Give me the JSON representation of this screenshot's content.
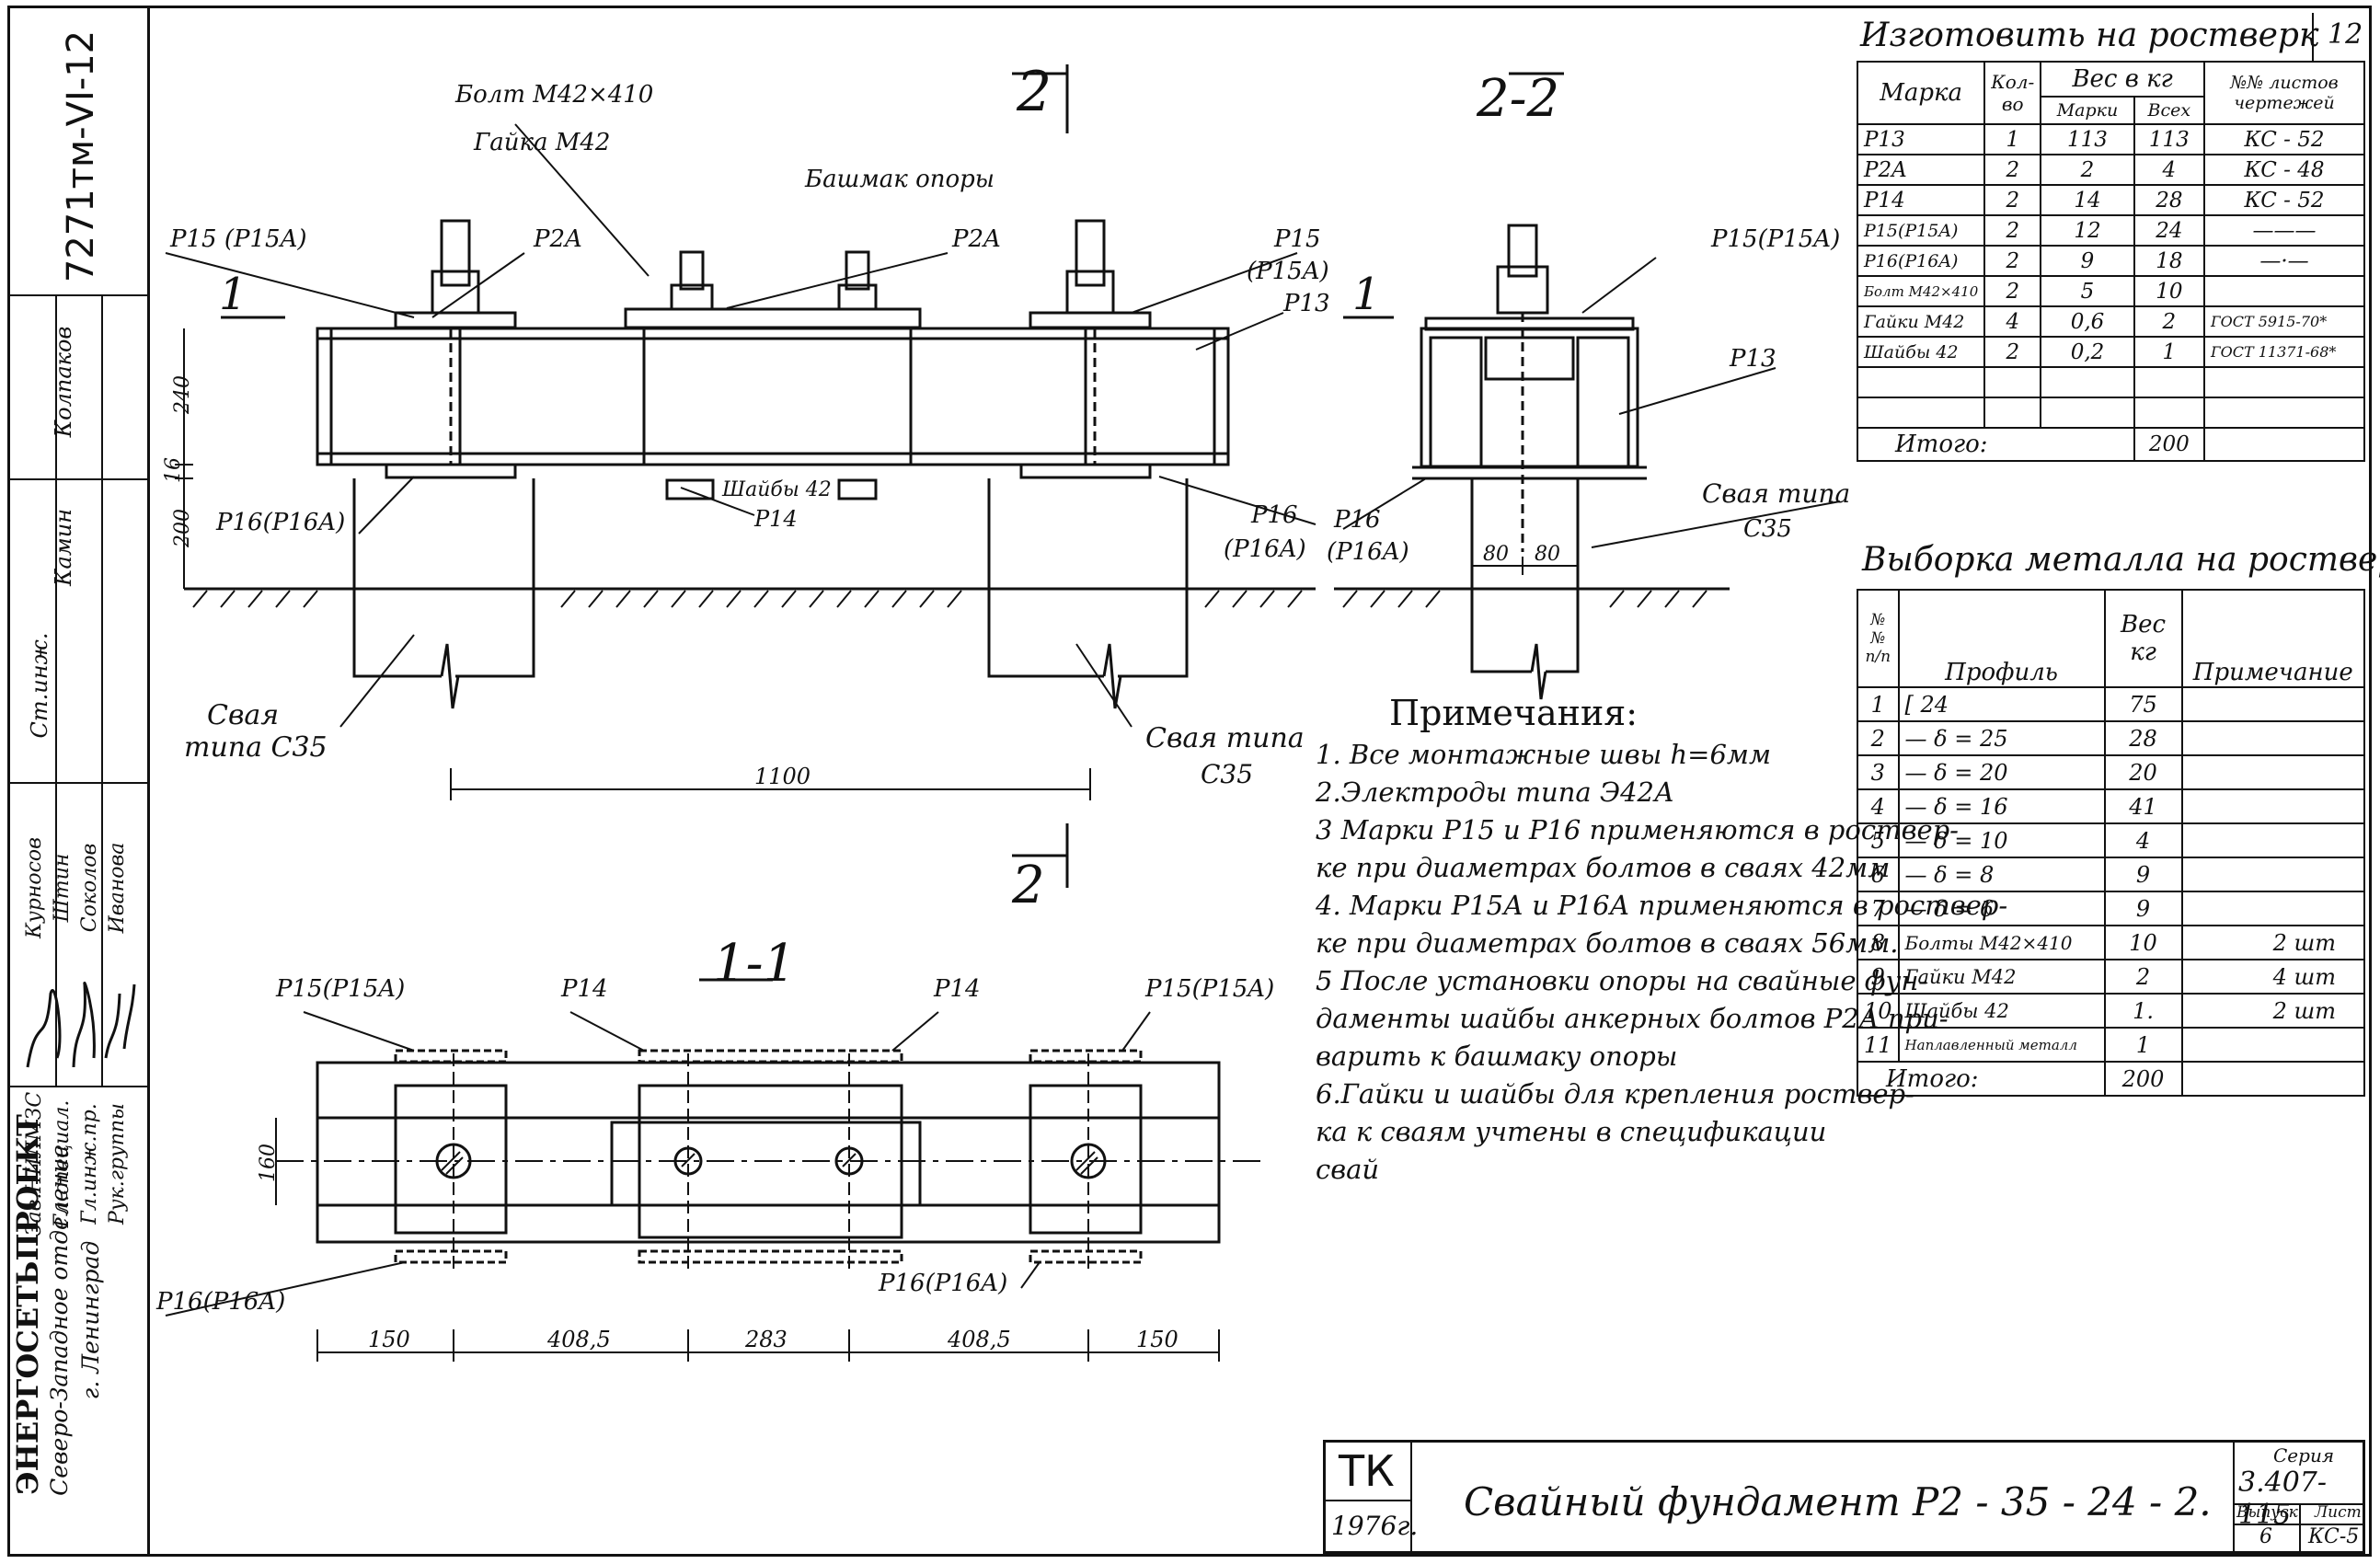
{
  "side_stamp": {
    "drawing_code": "7271тм-VI-12",
    "org_name": "ЭНЕРГОСЕТЬПРОЕКТ",
    "org_division": "Северо-Западное отделение",
    "org_city": "г. Ленинград",
    "roles": [
      "Зав.НИЛМЗС",
      "Гл.специал.",
      "Гл.инж.пр.",
      "Рук.группы",
      "Ст.инж."
    ],
    "names": [
      "Курносов",
      "Штин",
      "Соколов",
      "Иванова",
      "Камин",
      "Колпаков"
    ]
  },
  "views": {
    "section_2": "2",
    "section_2_2": "2-2",
    "section_1_1": "1-1",
    "section_1_mark": "1",
    "section_2_lower": "2"
  },
  "labels_main": {
    "bolt": "Болт М42×410",
    "nut": "Гайка М42",
    "shoe": "Башмак опоры",
    "p15_left": "P15 (P15A)",
    "p2a_left": "P2A",
    "p2a_right": "P2A",
    "p15_right": "P15",
    "p15a_right": "(P15A)",
    "p13": "P13",
    "p16_left": "P16(P16A)",
    "washer": "Шайбы 42",
    "p14": "P14",
    "p16_right": "P16",
    "p16a_right": "(P16A)",
    "pile_left": "Свая",
    "pile_left_type": "типа С35",
    "pile_right": "Свая типа",
    "pile_right_type": "С35",
    "dim_1100": "1100",
    "dim_240": "240",
    "dim_16": "16",
    "dim_200": "200"
  },
  "labels_22": {
    "p15": "P15(P15A)",
    "p13": "P13",
    "pile": "Свая типа",
    "pile_type": "С35",
    "p16": "P16",
    "p16a": "(P16A)",
    "dim_a": "80",
    "dim_b": "80"
  },
  "labels_11": {
    "p15_left": "P15(P15A)",
    "p14_left": "P14",
    "p14_right": "P14",
    "p15_right": "P15(P15A)",
    "p16_left": "P16(P16A)",
    "p16_right": "P16(P16A)",
    "dim_160": "160",
    "dims": [
      "150",
      "408,5",
      "283",
      "408,5",
      "150"
    ]
  },
  "notes": {
    "title": "Примечания:",
    "lines": [
      "1. Все монтажные швы h=6мм",
      "2.Электроды типа Э42А",
      "3 Марки Р15 и Р16 применяются в роствер-",
      "ке при диаметрах болтов в сваях 42мм",
      "4. Марки Р15А и Р16А применяются в роствер-",
      "ке при диаметрах болтов в сваях 56мм.",
      "5 После установки опоры на свайные фун-",
      "даменты шайбы анкерных болтов Р2А при-",
      "варить к башмаку опоры",
      "6.Гайки и шайбы для крепления роствер-",
      "ка к сваям учтены в спецификации",
      "свай"
    ]
  },
  "table1": {
    "title": "Изготовить на ростверк",
    "qty_corner": "12",
    "headers": {
      "mark": "Марка",
      "qty": "Кол-во",
      "weight": "Вес в кг",
      "w_mark": "Марки",
      "w_all": "Всех",
      "sheets": "№№ листов чертежей"
    },
    "rows": [
      [
        "P13",
        "1",
        "113",
        "113",
        "КС - 52"
      ],
      [
        "P2A",
        "2",
        "2",
        "4",
        "КС - 48"
      ],
      [
        "P14",
        "2",
        "14",
        "28",
        "КС - 52"
      ],
      [
        "P15(P15A)",
        "2",
        "12",
        "24",
        "———"
      ],
      [
        "P16(P16A)",
        "2",
        "9",
        "18",
        "—·—"
      ],
      [
        "Болт М42×410",
        "2",
        "5",
        "10",
        ""
      ],
      [
        "Гайки М42",
        "4",
        "0,6",
        "2",
        "ГОСТ 5915-70*"
      ],
      [
        "Шайбы 42",
        "2",
        "0,2",
        "1",
        "ГОСТ 11371-68*"
      ]
    ],
    "total_label": "Итого:",
    "total_value": "200"
  },
  "table2": {
    "title": "Выборка металла на ростверк",
    "headers": {
      "num": "№№ п/п",
      "profile": "Профиль",
      "weight": "Вес кг",
      "note": "Примечание"
    },
    "rows": [
      [
        "1",
        "[ 24",
        "75",
        ""
      ],
      [
        "2",
        "— δ = 25",
        "28",
        ""
      ],
      [
        "3",
        "— δ = 20",
        "20",
        ""
      ],
      [
        "4",
        "— δ = 16",
        "41",
        ""
      ],
      [
        "5",
        "— δ = 10",
        "4",
        ""
      ],
      [
        "6",
        "— δ = 8",
        "9",
        ""
      ],
      [
        "7",
        "— δ = 6",
        "9",
        ""
      ],
      [
        "8",
        "Болты М42×410",
        "10",
        "2 шт"
      ],
      [
        "9",
        "Гайки М42",
        "2",
        "4 шт"
      ],
      [
        "10",
        "Шайбы 42",
        "1.",
        "2 шт"
      ],
      [
        "11",
        "Наплавленный металл",
        "1",
        ""
      ]
    ],
    "total_label": "Итого:",
    "total_value": "200"
  },
  "title_block": {
    "tk": "ТК",
    "year": "1976г.",
    "name": "Свайный фундамент Р2 - 35 - 24 - 2.",
    "series_label": "Серия",
    "series": "3.407-115",
    "issue_label": "Выпуск",
    "sheet_label": "Лист",
    "issue": "6",
    "sheet": "КС-5"
  },
  "colors": {
    "ink": "#111111",
    "paper": "#ffffff"
  }
}
